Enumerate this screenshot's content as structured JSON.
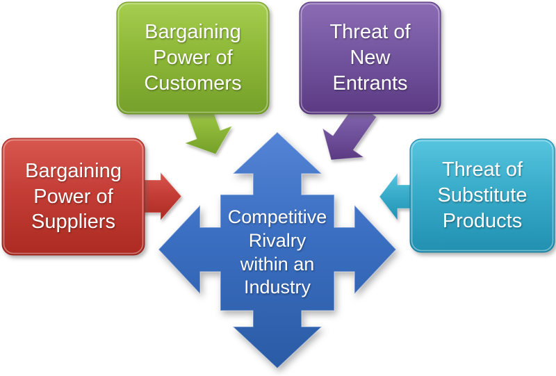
{
  "diagram": {
    "center": {
      "label": "Competitive\nRivalry\nwithin an\nIndustry",
      "color_name": "blue"
    },
    "forces": [
      {
        "name": "bargaining-power-of-customers",
        "label": "Bargaining\nPower of\nCustomers",
        "color_name": "green",
        "arrow_direction": "down-right-to-center"
      },
      {
        "name": "threat-of-new-entrants",
        "label": "Threat of\nNew\nEntrants",
        "color_name": "purple",
        "arrow_direction": "down-left-to-center"
      },
      {
        "name": "bargaining-power-of-suppliers",
        "label": "Bargaining\nPower of\nSuppliers",
        "color_name": "red",
        "arrow_direction": "right-to-center"
      },
      {
        "name": "threat-of-substitute-products",
        "label": "Threat of\nSubstitute\nProducts",
        "color_name": "cyan",
        "arrow_direction": "left-to-center"
      }
    ]
  },
  "colors": {
    "background": "#ffffff",
    "text": "#ffffff",
    "green": {
      "top": "#A6CE50",
      "mid": "#8DB838",
      "bottom": "#75A02A"
    },
    "purple": {
      "top": "#8B6CB4",
      "mid": "#7456A0",
      "bottom": "#5B3A82"
    },
    "red": {
      "top": "#D7574F",
      "mid": "#C43E36",
      "bottom": "#AB2A21"
    },
    "cyan": {
      "top": "#56C5DF",
      "mid": "#39ACCA",
      "bottom": "#2190B1"
    },
    "blue": {
      "top": "#5484D6",
      "mid": "#3A6EC0",
      "bottom": "#2A5BA5"
    }
  }
}
